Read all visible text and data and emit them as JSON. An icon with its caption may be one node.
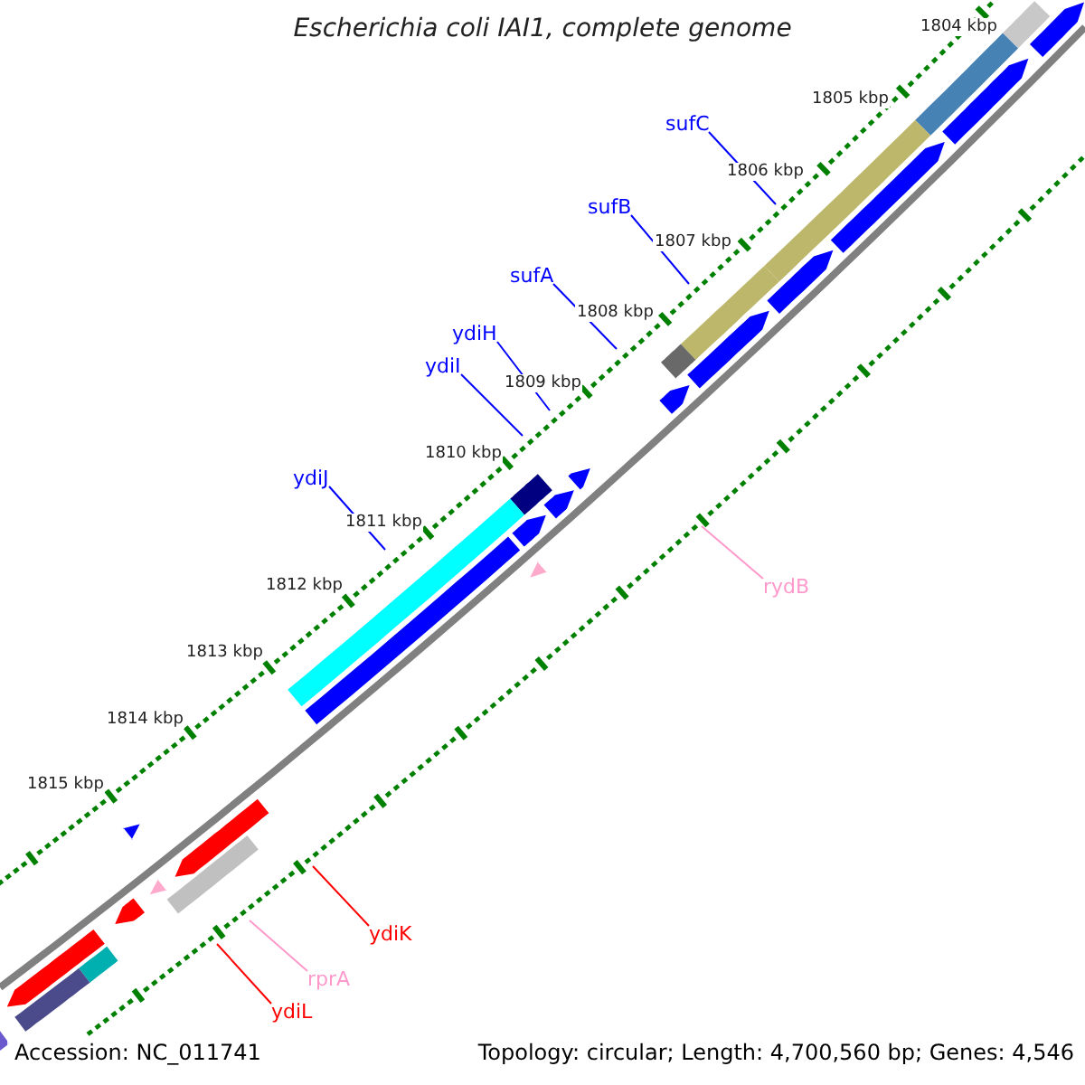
{
  "diagram": {
    "title": "Escherichia coli IAI1, complete genome",
    "nodes": [
      {
        "text": [
          "sufC"
        ]
      },
      {
        "text": [
          "sufB"
        ]
      },
      {
        "text": [
          "sufA"
        ]
      },
      {
        "text": [
          "ydiH"
        ]
      },
      {
        "text": [
          "ydiI"
        ]
      },
      {
        "text": [
          "ydiJ"
        ]
      },
      {
        "text": [
          "rydB"
        ]
      },
      {
        "text": [
          "ydiK"
        ]
      },
      {
        "text": [
          "rprA"
        ]
      },
      {
        "text": [
          "ydiL"
        ]
      }
    ],
    "edges": [
      {
        "from": 0,
        "to": null,
        "arrow": "none"
      },
      {
        "from": 1,
        "to": null,
        "arrow": "none"
      },
      {
        "from": 2,
        "to": null,
        "arrow": "none"
      },
      {
        "from": 3,
        "to": null,
        "arrow": "none"
      },
      {
        "from": 4,
        "to": null,
        "arrow": "none"
      },
      {
        "from": 5,
        "to": null,
        "arrow": "none"
      },
      {
        "from": 6,
        "to": null,
        "arrow": "none",
        "color": "#ff99cc"
      },
      {
        "from": 7,
        "to": null,
        "arrow": "none",
        "color": "#ff0000"
      },
      {
        "from": 8,
        "to": null,
        "arrow": "none",
        "color": "#ff99cc"
      },
      {
        "from": 9,
        "to": null,
        "arrow": "none",
        "color": "#ff0000"
      }
    ],
    "labels": [
      "1804 kbp",
      "1805 kbp",
      "1806 kbp",
      "1807 kbp",
      "1808 kbp",
      "1809 kbp",
      "1810 kbp",
      "1811 kbp",
      "1812 kbp",
      "1813 kbp",
      "1814 kbp",
      "1815 kbp",
      "Accession: NC_011741",
      "Topology: circular; Length: 4,700,560 bp; Genes: 4,546"
    ]
  }
}
